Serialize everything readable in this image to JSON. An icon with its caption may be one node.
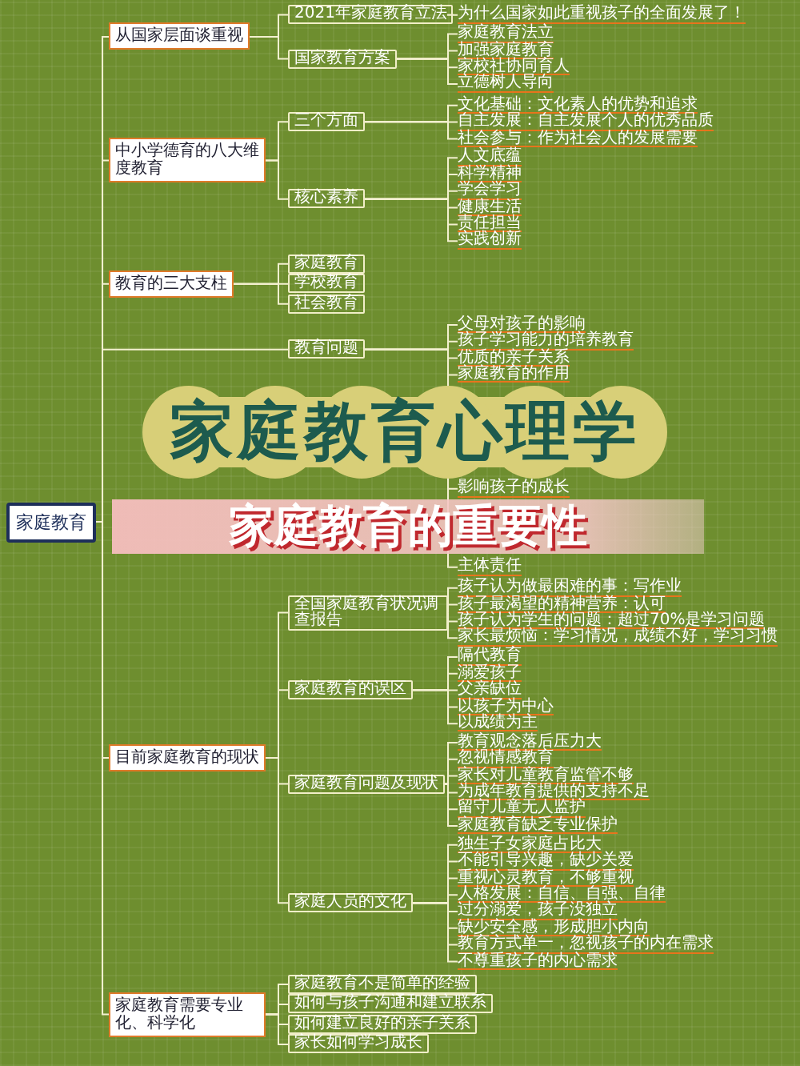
{
  "diagram": {
    "title": "家庭教育心理学",
    "nodes": [
      {
        "text": [
          "家庭教育"
        ]
      },
      {
        "text": [
          "从国家层面谈重视"
        ]
      },
      {
        "text": [
          "2021年家庭教育立法"
        ]
      },
      {
        "text": [
          "为什么国家如此重视孩子的全面发展了！"
        ]
      },
      {
        "text": [
          "国家教育方案"
        ]
      },
      {
        "text": [
          "家庭教育法立"
        ]
      },
      {
        "text": [
          "加强家庭教育"
        ]
      },
      {
        "text": [
          "家校社协同育人"
        ]
      },
      {
        "text": [
          "立德树人导向"
        ]
      },
      {
        "text": [
          "中小学德育的八大维度教育"
        ]
      },
      {
        "text": [
          "三个方面"
        ]
      },
      {
        "text": [
          "文化基础：文化素人的优势和追求"
        ]
      },
      {
        "text": [
          "自主发展：自主发展个人的优秀品质"
        ]
      },
      {
        "text": [
          "社会参与：作为社会人的发展需要"
        ]
      },
      {
        "text": [
          "核心素养"
        ]
      },
      {
        "text": [
          "人文底蕴"
        ]
      },
      {
        "text": [
          "科学精神"
        ]
      },
      {
        "text": [
          "学会学习"
        ]
      },
      {
        "text": [
          "健康生活"
        ]
      },
      {
        "text": [
          "责任担当"
        ]
      },
      {
        "text": [
          "实践创新"
        ]
      },
      {
        "text": [
          "教育的三大支柱"
        ]
      },
      {
        "text": [
          "家庭教育"
        ]
      },
      {
        "text": [
          "学校教育"
        ]
      },
      {
        "text": [
          "社会教育"
        ]
      },
      {
        "text": [
          "教育问题"
        ]
      },
      {
        "text": [
          "父母对孩子的影响"
        ]
      },
      {
        "text": [
          "孩子学习能力的培养教育"
        ]
      },
      {
        "text": [
          "优质的亲子关系"
        ]
      },
      {
        "text": [
          "家庭教育的作用"
        ]
      },
      {
        "text": [
          "影响孩子的成长"
        ]
      },
      {
        "text": [
          "主体责任"
        ]
      },
      {
        "text": [
          "目前家庭教育的现状"
        ]
      },
      {
        "text": [
          "全国家庭教育状况调查报告"
        ]
      },
      {
        "text": [
          "孩子认为做最困难的事：写作业"
        ]
      },
      {
        "text": [
          "孩子最渴望的精神营养：认可"
        ]
      },
      {
        "text": [
          "孩子认为学生的问题：超过70%是学习问题"
        ]
      },
      {
        "text": [
          "家长最烦恼：学习情况，成绩不好，学习习惯"
        ]
      },
      {
        "text": [
          "家庭教育的误区"
        ]
      },
      {
        "text": [
          "隔代教育"
        ]
      },
      {
        "text": [
          "溺爱孩子"
        ]
      },
      {
        "text": [
          "父亲缺位"
        ]
      },
      {
        "text": [
          "以孩子为中心"
        ]
      },
      {
        "text": [
          "以成绩为主"
        ]
      },
      {
        "text": [
          "家庭教育问题及现状"
        ]
      },
      {
        "text": [
          "教育观念落后压力大"
        ]
      },
      {
        "text": [
          "忽视情感教育"
        ]
      },
      {
        "text": [
          "家长对儿童教育监管不够"
        ]
      },
      {
        "text": [
          "为成年教育提供的支持不足"
        ]
      },
      {
        "text": [
          "留守儿童无人监护"
        ]
      },
      {
        "text": [
          "家庭教育缺乏专业保护"
        ]
      },
      {
        "text": [
          "家庭人员的文化"
        ]
      },
      {
        "text": [
          "独生子女家庭占比大"
        ]
      },
      {
        "text": [
          "不能引导兴趣，缺少关爱"
        ]
      },
      {
        "text": [
          "重视心灵教育，不够重视"
        ]
      },
      {
        "text": [
          "人格发展：自信、自强、自律"
        ]
      },
      {
        "text": [
          "过分溺爱，孩子没独立"
        ]
      },
      {
        "text": [
          "缺少安全感，形成胆小内向"
        ]
      },
      {
        "text": [
          "教育方式单一，忽视孩子的内在需求"
        ]
      },
      {
        "text": [
          "不尊重孩子的内心需求"
        ]
      },
      {
        "text": [
          "家庭教育需要专业化、科学化"
        ]
      },
      {
        "text": [
          "家庭教育不是简单的经验"
        ]
      },
      {
        "text": [
          "如何与孩子沟通和建立联系"
        ]
      },
      {
        "text": [
          "如何建立良好的亲子关系"
        ]
      },
      {
        "text": [
          "家长如何学习成长"
        ]
      }
    ],
    "edges": [
      {
        "from": 0,
        "to": 1,
        "arrow": "none"
      },
      {
        "from": 1,
        "to": 2,
        "arrow": "none"
      },
      {
        "from": 2,
        "to": 3,
        "arrow": "none"
      },
      {
        "from": 1,
        "to": 4,
        "arrow": "none"
      },
      {
        "from": 4,
        "to": 5,
        "arrow": "none"
      },
      {
        "from": 4,
        "to": 6,
        "arrow": "none"
      },
      {
        "from": 4,
        "to": 7,
        "arrow": "none"
      },
      {
        "from": 4,
        "to": 8,
        "arrow": "none"
      },
      {
        "from": 0,
        "to": 9,
        "arrow": "none"
      },
      {
        "from": 9,
        "to": 10,
        "arrow": "none"
      },
      {
        "from": 10,
        "to": 11,
        "arrow": "none"
      },
      {
        "from": 10,
        "to": 12,
        "arrow": "none"
      },
      {
        "from": 10,
        "to": 13,
        "arrow": "none"
      },
      {
        "from": 9,
        "to": 14,
        "arrow": "none"
      },
      {
        "from": 14,
        "to": 15,
        "arrow": "none"
      },
      {
        "from": 14,
        "to": 16,
        "arrow": "none"
      },
      {
        "from": 14,
        "to": 17,
        "arrow": "none"
      },
      {
        "from": 14,
        "to": 18,
        "arrow": "none"
      },
      {
        "from": 14,
        "to": 19,
        "arrow": "none"
      },
      {
        "from": 14,
        "to": 20,
        "arrow": "none"
      },
      {
        "from": 0,
        "to": 21,
        "arrow": "none"
      },
      {
        "from": 21,
        "to": 22,
        "arrow": "none"
      },
      {
        "from": 21,
        "to": 23,
        "arrow": "none"
      },
      {
        "from": 21,
        "to": 24,
        "arrow": "none"
      },
      {
        "from": 0,
        "to": 25,
        "arrow": "none"
      },
      {
        "from": 25,
        "to": 26,
        "arrow": "none"
      },
      {
        "from": 25,
        "to": 27,
        "arrow": "none"
      },
      {
        "from": 25,
        "to": 28,
        "arrow": "none"
      },
      {
        "from": 25,
        "to": 29,
        "arrow": "none"
      },
      {
        "from": 25,
        "to": 30,
        "arrow": "none"
      },
      {
        "from": 25,
        "to": 31,
        "arrow": "none"
      },
      {
        "from": 0,
        "to": 32,
        "arrow": "none"
      },
      {
        "from": 32,
        "to": 33,
        "arrow": "none"
      },
      {
        "from": 33,
        "to": 34,
        "arrow": "none"
      },
      {
        "from": 33,
        "to": 35,
        "arrow": "none"
      },
      {
        "from": 33,
        "to": 36,
        "arrow": "none"
      },
      {
        "from": 33,
        "to": 37,
        "arrow": "none"
      },
      {
        "from": 32,
        "to": 38,
        "arrow": "none"
      },
      {
        "from": 38,
        "to": 39,
        "arrow": "none"
      },
      {
        "from": 38,
        "to": 40,
        "arrow": "none"
      },
      {
        "from": 38,
        "to": 41,
        "arrow": "none"
      },
      {
        "from": 38,
        "to": 42,
        "arrow": "none"
      },
      {
        "from": 38,
        "to": 43,
        "arrow": "none"
      },
      {
        "from": 32,
        "to": 44,
        "arrow": "none"
      },
      {
        "from": 44,
        "to": 45,
        "arrow": "none"
      },
      {
        "from": 44,
        "to": 46,
        "arrow": "none"
      },
      {
        "from": 44,
        "to": 47,
        "arrow": "none"
      },
      {
        "from": 44,
        "to": 48,
        "arrow": "none"
      },
      {
        "from": 44,
        "to": 49,
        "arrow": "none"
      },
      {
        "from": 44,
        "to": 50,
        "arrow": "none"
      },
      {
        "from": 32,
        "to": 51,
        "arrow": "none"
      },
      {
        "from": 51,
        "to": 52,
        "arrow": "none"
      },
      {
        "from": 51,
        "to": 53,
        "arrow": "none"
      },
      {
        "from": 51,
        "to": 54,
        "arrow": "none"
      },
      {
        "from": 51,
        "to": 55,
        "arrow": "none"
      },
      {
        "from": 51,
        "to": 56,
        "arrow": "none"
      },
      {
        "from": 51,
        "to": 57,
        "arrow": "none"
      },
      {
        "from": 51,
        "to": 58,
        "arrow": "none"
      },
      {
        "from": 51,
        "to": 59,
        "arrow": "none"
      },
      {
        "from": 0,
        "to": 60,
        "arrow": "none"
      },
      {
        "from": 60,
        "to": 61,
        "arrow": "none"
      },
      {
        "from": 60,
        "to": 62,
        "arrow": "none"
      },
      {
        "from": 60,
        "to": 63,
        "arrow": "none"
      },
      {
        "from": 60,
        "to": 64,
        "arrow": "none"
      }
    ],
    "labels": [
      "家庭教育的重要性"
    ]
  }
}
